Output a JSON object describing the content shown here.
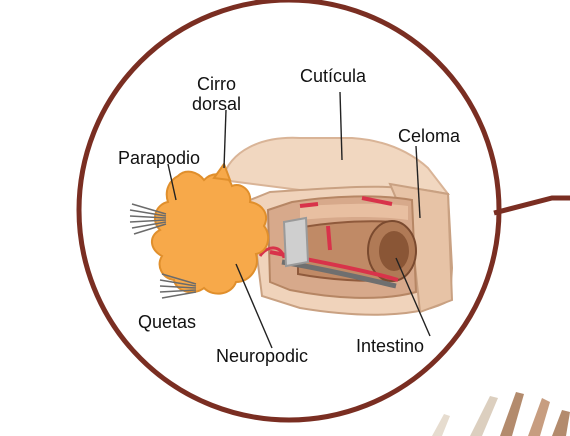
{
  "diagram": {
    "labels": {
      "cirro": "Cirro\ndorsal",
      "cuticula": "Cutícula",
      "parapodio": "Parapodio",
      "celoma": "Celoma",
      "quetas": "Quetas",
      "neuropodic": "Neuropodic",
      "intestino": "Intestino"
    }
  }
}
